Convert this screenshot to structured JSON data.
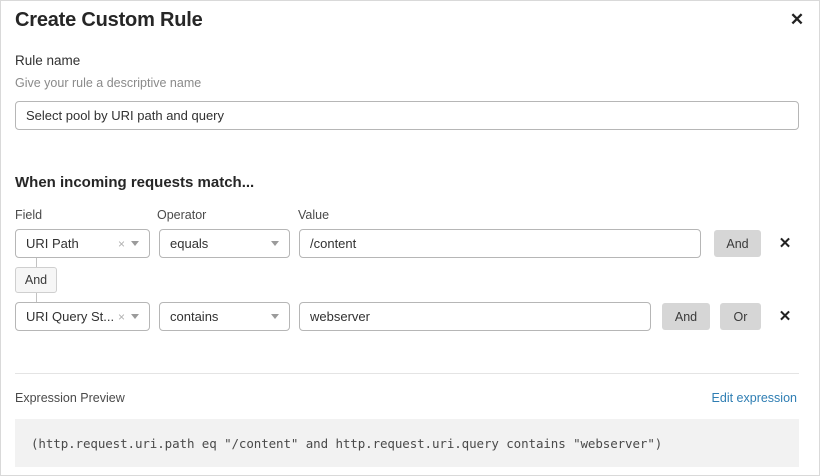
{
  "modal": {
    "title": "Create Custom Rule",
    "close_icon": "close-icon",
    "close_glyph": "✕"
  },
  "rule_name": {
    "label": "Rule name",
    "help": "Give your rule a descriptive name",
    "value": "Select pool by URI path and query",
    "placeholder": "Select pool by URI path and query"
  },
  "conditions": {
    "heading": "When incoming requests match...",
    "columns": {
      "field": "Field",
      "operator": "Operator",
      "value": "Value"
    },
    "connector": {
      "label": "And"
    },
    "rows": [
      {
        "field": "URI Path",
        "clear_glyph": "×",
        "operator": "equals",
        "value": "/content",
        "buttons": [
          "And"
        ],
        "remove_glyph": "✕"
      },
      {
        "field": "URI Query St...",
        "clear_glyph": "×",
        "operator": "contains",
        "value": "webserver",
        "buttons": [
          "And",
          "Or"
        ],
        "remove_glyph": "✕"
      }
    ]
  },
  "expression": {
    "label": "Expression Preview",
    "edit_link": "Edit expression",
    "text": "(http.request.uri.path eq \"/content\" and http.request.uri.query contains \"webserver\")"
  },
  "colors": {
    "link": "#2f7eb3",
    "chip_bg": "#d6d6d6",
    "preview_bg": "#f2f2f2"
  }
}
